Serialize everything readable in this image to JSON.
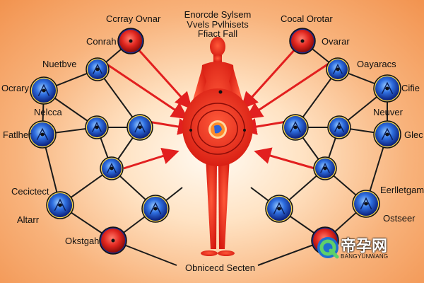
{
  "title": {
    "line1": "Enorcde Sylsem",
    "line2": "Vvels Pvlhisets",
    "line3": "Ffiact Fall"
  },
  "labels": {
    "top_left": "Ccrray Ovnar",
    "top_right": "Cocal Orotar",
    "conrah": "Conrah",
    "ovarar": "Ovarar",
    "nuetbve": "Nuetbve",
    "oayaracs": "Oayaracs",
    "ocrary": "Ocrary",
    "cifie": "Cifie",
    "nelcca": "Nelcca",
    "neuver": "Neuver",
    "fatlher": "Fatlher",
    "glec": "Glec",
    "cecictect": "Cecictect",
    "eerlletgam": "Eerlletgam",
    "altarr": "Altarr",
    "ostseer": "Ostseer",
    "okstgah": "Okstgah",
    "bottom": "Obnicecd Secten"
  },
  "watermark": {
    "text": "帝孕网",
    "subtext": "BANGYUNWANG"
  },
  "colors": {
    "figure": "#e8261c",
    "node_blue": "#1f44c8",
    "node_red": "#d8221f",
    "arrow": "#e21f1f",
    "line": "#1a1a1a"
  }
}
